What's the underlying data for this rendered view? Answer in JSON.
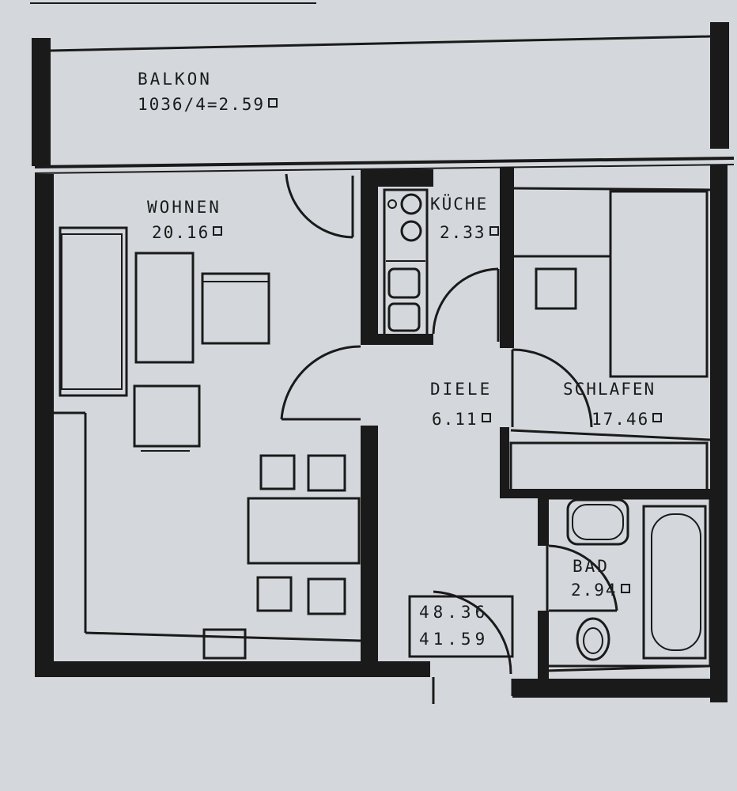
{
  "rooms": {
    "balkon": {
      "name": "BALKON",
      "area": "1036/4=2.59"
    },
    "wohnen": {
      "name": "WOHNEN",
      "area": "20.16"
    },
    "kueche": {
      "name": "KÜCHE",
      "area": "2.33"
    },
    "diele": {
      "name": "DIELE",
      "area": "6.11"
    },
    "schlafen": {
      "name": "SCHLAFEN",
      "area": "17.46"
    },
    "bad": {
      "name": "BAD",
      "area": "2.94"
    }
  },
  "totals": {
    "line1": "48.36",
    "line2": "41.59"
  },
  "colors": {
    "paper": "#d4d8dc",
    "ink": "#1a1a1a"
  }
}
